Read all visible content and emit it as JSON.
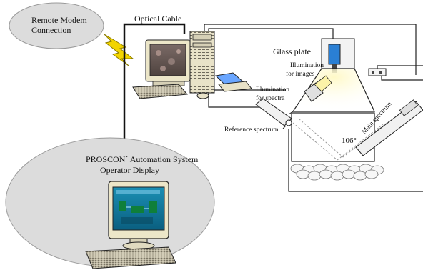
{
  "labels": {
    "remote_modem_line1": "Remote Modem",
    "remote_modem_line2": "Connection",
    "optical_cable": "Optical Cable",
    "glass_plate": "Glass plate",
    "illum_images_line1": "Illumination",
    "illum_images_line2": "for images",
    "illum_spectra_line1": "Illumination",
    "illum_spectra_line2": "for spectra",
    "reference_spectrum": "Reference spectrum",
    "main_spectrum": "Main spectrum",
    "angle": "106°",
    "proscon_line1": "PROSCON´  Automation System",
    "proscon_line2": "Operator Display"
  },
  "colors": {
    "ellipse_fill": "#dcdcdc",
    "lightning": "#f2d400",
    "monitor_body": "#ece6c8",
    "screen_top": "#6b5b58",
    "screen_bottom": "#0a6f90",
    "camera_blue": "#2a7fd4",
    "illumination_glow": "#fbf3a8"
  },
  "icons": {
    "lightning": "lightning-bolt-icon",
    "workstation": "computer-workstation-icon",
    "operator_display": "operator-display-computer-icon",
    "camera": "camera-icon",
    "sensor": "sensor-box-icon"
  }
}
